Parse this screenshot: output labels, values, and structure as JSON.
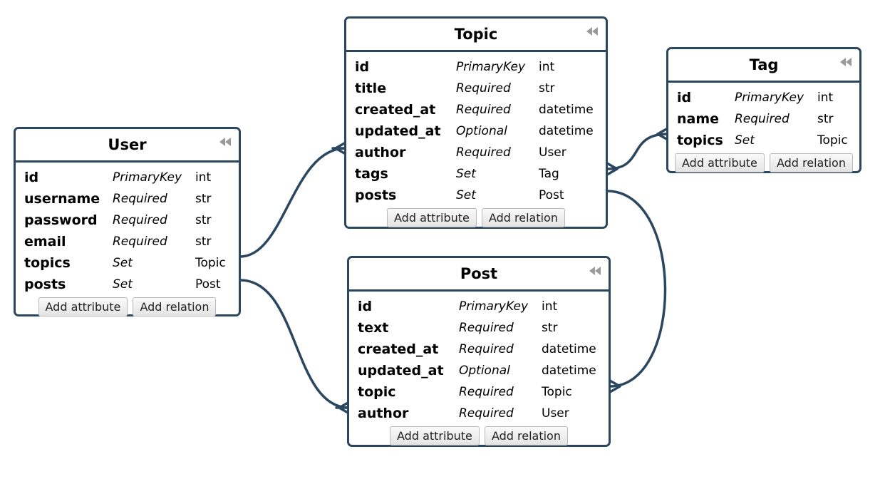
{
  "entities": {
    "user": {
      "name": "User",
      "attributes": [
        {
          "name": "id",
          "kind": "PrimaryKey",
          "type": "int"
        },
        {
          "name": "username",
          "kind": "Required",
          "type": "str"
        },
        {
          "name": "password",
          "kind": "Required",
          "type": "str"
        },
        {
          "name": "email",
          "kind": "Required",
          "type": "str"
        },
        {
          "name": "topics",
          "kind": "Set",
          "type": "Topic"
        },
        {
          "name": "posts",
          "kind": "Set",
          "type": "Post"
        }
      ],
      "add_attribute_label": "Add attribute",
      "add_relation_label": "Add relation"
    },
    "topic": {
      "name": "Topic",
      "attributes": [
        {
          "name": "id",
          "kind": "PrimaryKey",
          "type": "int"
        },
        {
          "name": "title",
          "kind": "Required",
          "type": "str"
        },
        {
          "name": "created_at",
          "kind": "Required",
          "type": "datetime"
        },
        {
          "name": "updated_at",
          "kind": "Optional",
          "type": "datetime"
        },
        {
          "name": "author",
          "kind": "Required",
          "type": "User"
        },
        {
          "name": "tags",
          "kind": "Set",
          "type": "Tag"
        },
        {
          "name": "posts",
          "kind": "Set",
          "type": "Post"
        }
      ],
      "add_attribute_label": "Add attribute",
      "add_relation_label": "Add relation"
    },
    "tag": {
      "name": "Tag",
      "attributes": [
        {
          "name": "id",
          "kind": "PrimaryKey",
          "type": "int"
        },
        {
          "name": "name",
          "kind": "Required",
          "type": "str"
        },
        {
          "name": "topics",
          "kind": "Set",
          "type": "Topic"
        }
      ],
      "add_attribute_label": "Add attribute",
      "add_relation_label": "Add relation"
    },
    "post": {
      "name": "Post",
      "attributes": [
        {
          "name": "id",
          "kind": "PrimaryKey",
          "type": "int"
        },
        {
          "name": "text",
          "kind": "Required",
          "type": "str"
        },
        {
          "name": "created_at",
          "kind": "Required",
          "type": "datetime"
        },
        {
          "name": "updated_at",
          "kind": "Optional",
          "type": "datetime"
        },
        {
          "name": "topic",
          "kind": "Required",
          "type": "Topic"
        },
        {
          "name": "author",
          "kind": "Required",
          "type": "User"
        }
      ],
      "add_attribute_label": "Add attribute",
      "add_relation_label": "Add relation"
    }
  },
  "relations": [
    {
      "from": "User.topics",
      "to": "Topic.author",
      "cardinality": "one-to-many"
    },
    {
      "from": "User.posts",
      "to": "Post.author",
      "cardinality": "one-to-many"
    },
    {
      "from": "Topic.tags",
      "to": "Tag.topics",
      "cardinality": "many-to-many"
    },
    {
      "from": "Topic.posts",
      "to": "Post.topic",
      "cardinality": "one-to-many"
    }
  ],
  "icons": {
    "collapse": "collapse-double-arrow-icon"
  },
  "colors": {
    "border": "#2b475f",
    "connector": "#2b475f",
    "button_bg": "#eeeeee"
  }
}
